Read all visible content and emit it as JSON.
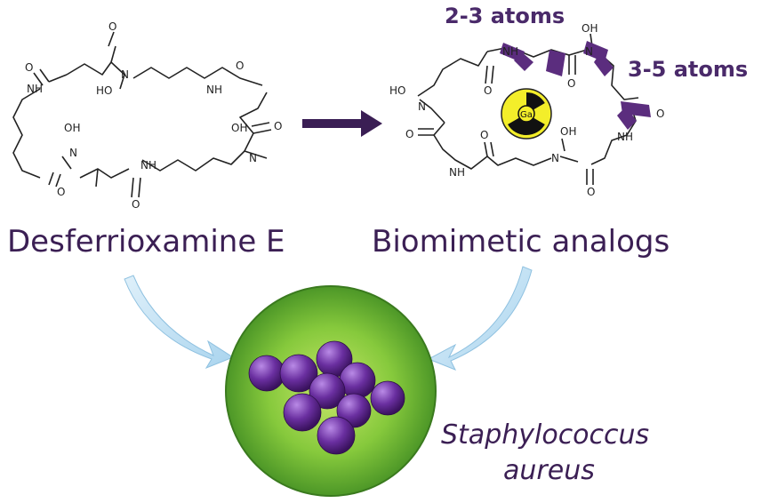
{
  "labels": {
    "left_molecule": "Desferrioxamine E",
    "right_molecule": "Biomimetic analogs",
    "annotation_top": "2-3 atoms",
    "annotation_right": "3-5 atoms",
    "organism_line1": "Staphylococcus",
    "organism_line2": "aureus",
    "metal": "Ga"
  },
  "atoms": {
    "nh": "NH",
    "n": "N",
    "o": "O",
    "ho": "HO",
    "oh": "OH"
  },
  "colors": {
    "text": "#3b1f54",
    "accent_purple": "#4a2a6a",
    "bond": "#222222",
    "pointer_arrow": "#a9d4ee",
    "bacteria": "#6a2fa0",
    "background_green": "#7ec23a",
    "radiation_yellow": "#f3ee2a"
  }
}
